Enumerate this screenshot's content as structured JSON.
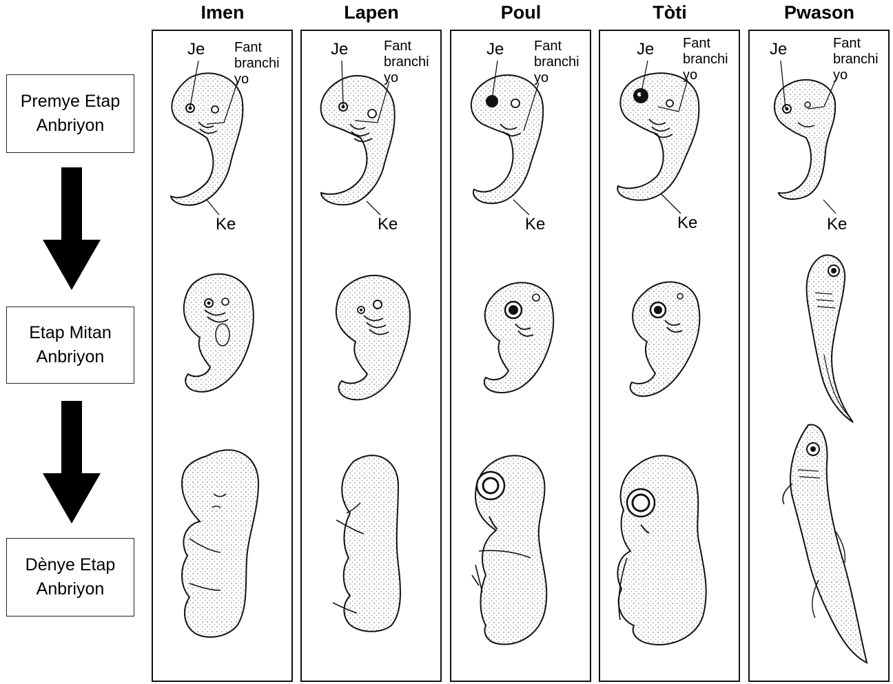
{
  "columns": [
    {
      "id": "imen",
      "title": "Imen"
    },
    {
      "id": "lapen",
      "title": "Lapen"
    },
    {
      "id": "poul",
      "title": "Poul"
    },
    {
      "id": "toti",
      "title": "Tòti"
    },
    {
      "id": "pwason",
      "title": "Pwason"
    }
  ],
  "stages": [
    {
      "line1": "Premye Etap",
      "line2": "Anbriyon"
    },
    {
      "line1": "Etap Mitan",
      "line2": "Anbriyon"
    },
    {
      "line1": "Dènye Etap",
      "line2": "Anbriyon"
    }
  ],
  "labels": {
    "eye": "Je",
    "gill_line1": "Fant",
    "gill_line2": "branchi",
    "gill_line3": "yo",
    "tail": "Ke"
  }
}
